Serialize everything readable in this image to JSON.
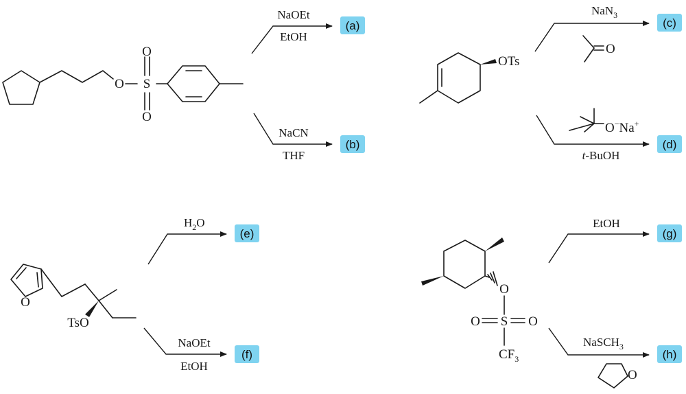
{
  "labels": {
    "a": "(a)",
    "b": "(b)",
    "c": "(c)",
    "d": "(d)",
    "e": "(e)",
    "f": "(f)",
    "g": "(g)",
    "h": "(h)"
  },
  "reagents": {
    "a_top": "NaOEt",
    "a_bottom": "EtOH",
    "b_top": "NaCN",
    "b_bottom": "THF",
    "c_top_main": "NaN",
    "c_top_sub": "3",
    "c_solvent_o": "O",
    "d_o": "O",
    "d_na": "Na",
    "d_minus": "−",
    "d_plus": "+",
    "d_bottom_italic": "t",
    "d_bottom_rest": "-BuOH",
    "e_top_h": "H",
    "e_top_sub": "2",
    "e_top_o": "O",
    "f_top": "NaOEt",
    "f_bottom": "EtOH",
    "g_top": "EtOH",
    "h_top_main": "NaSCH",
    "h_top_sub": "3",
    "h_solvent_o": "O"
  },
  "atoms": {
    "m1_o": "O",
    "m1_s": "S",
    "m1_o_top": "O",
    "m1_o_bottom": "O",
    "m2_ots": "OTs",
    "m3_ring_o": "O",
    "m3_tso": "TsO",
    "m4_o": "O",
    "m4_s": "S",
    "m4_o_left": "O",
    "m4_o_right": "O",
    "m4_cf": "CF",
    "m4_cf_sub": "3"
  },
  "colors": {
    "label_fill": "#7fd3f0",
    "ink": "#1a1a1a"
  }
}
